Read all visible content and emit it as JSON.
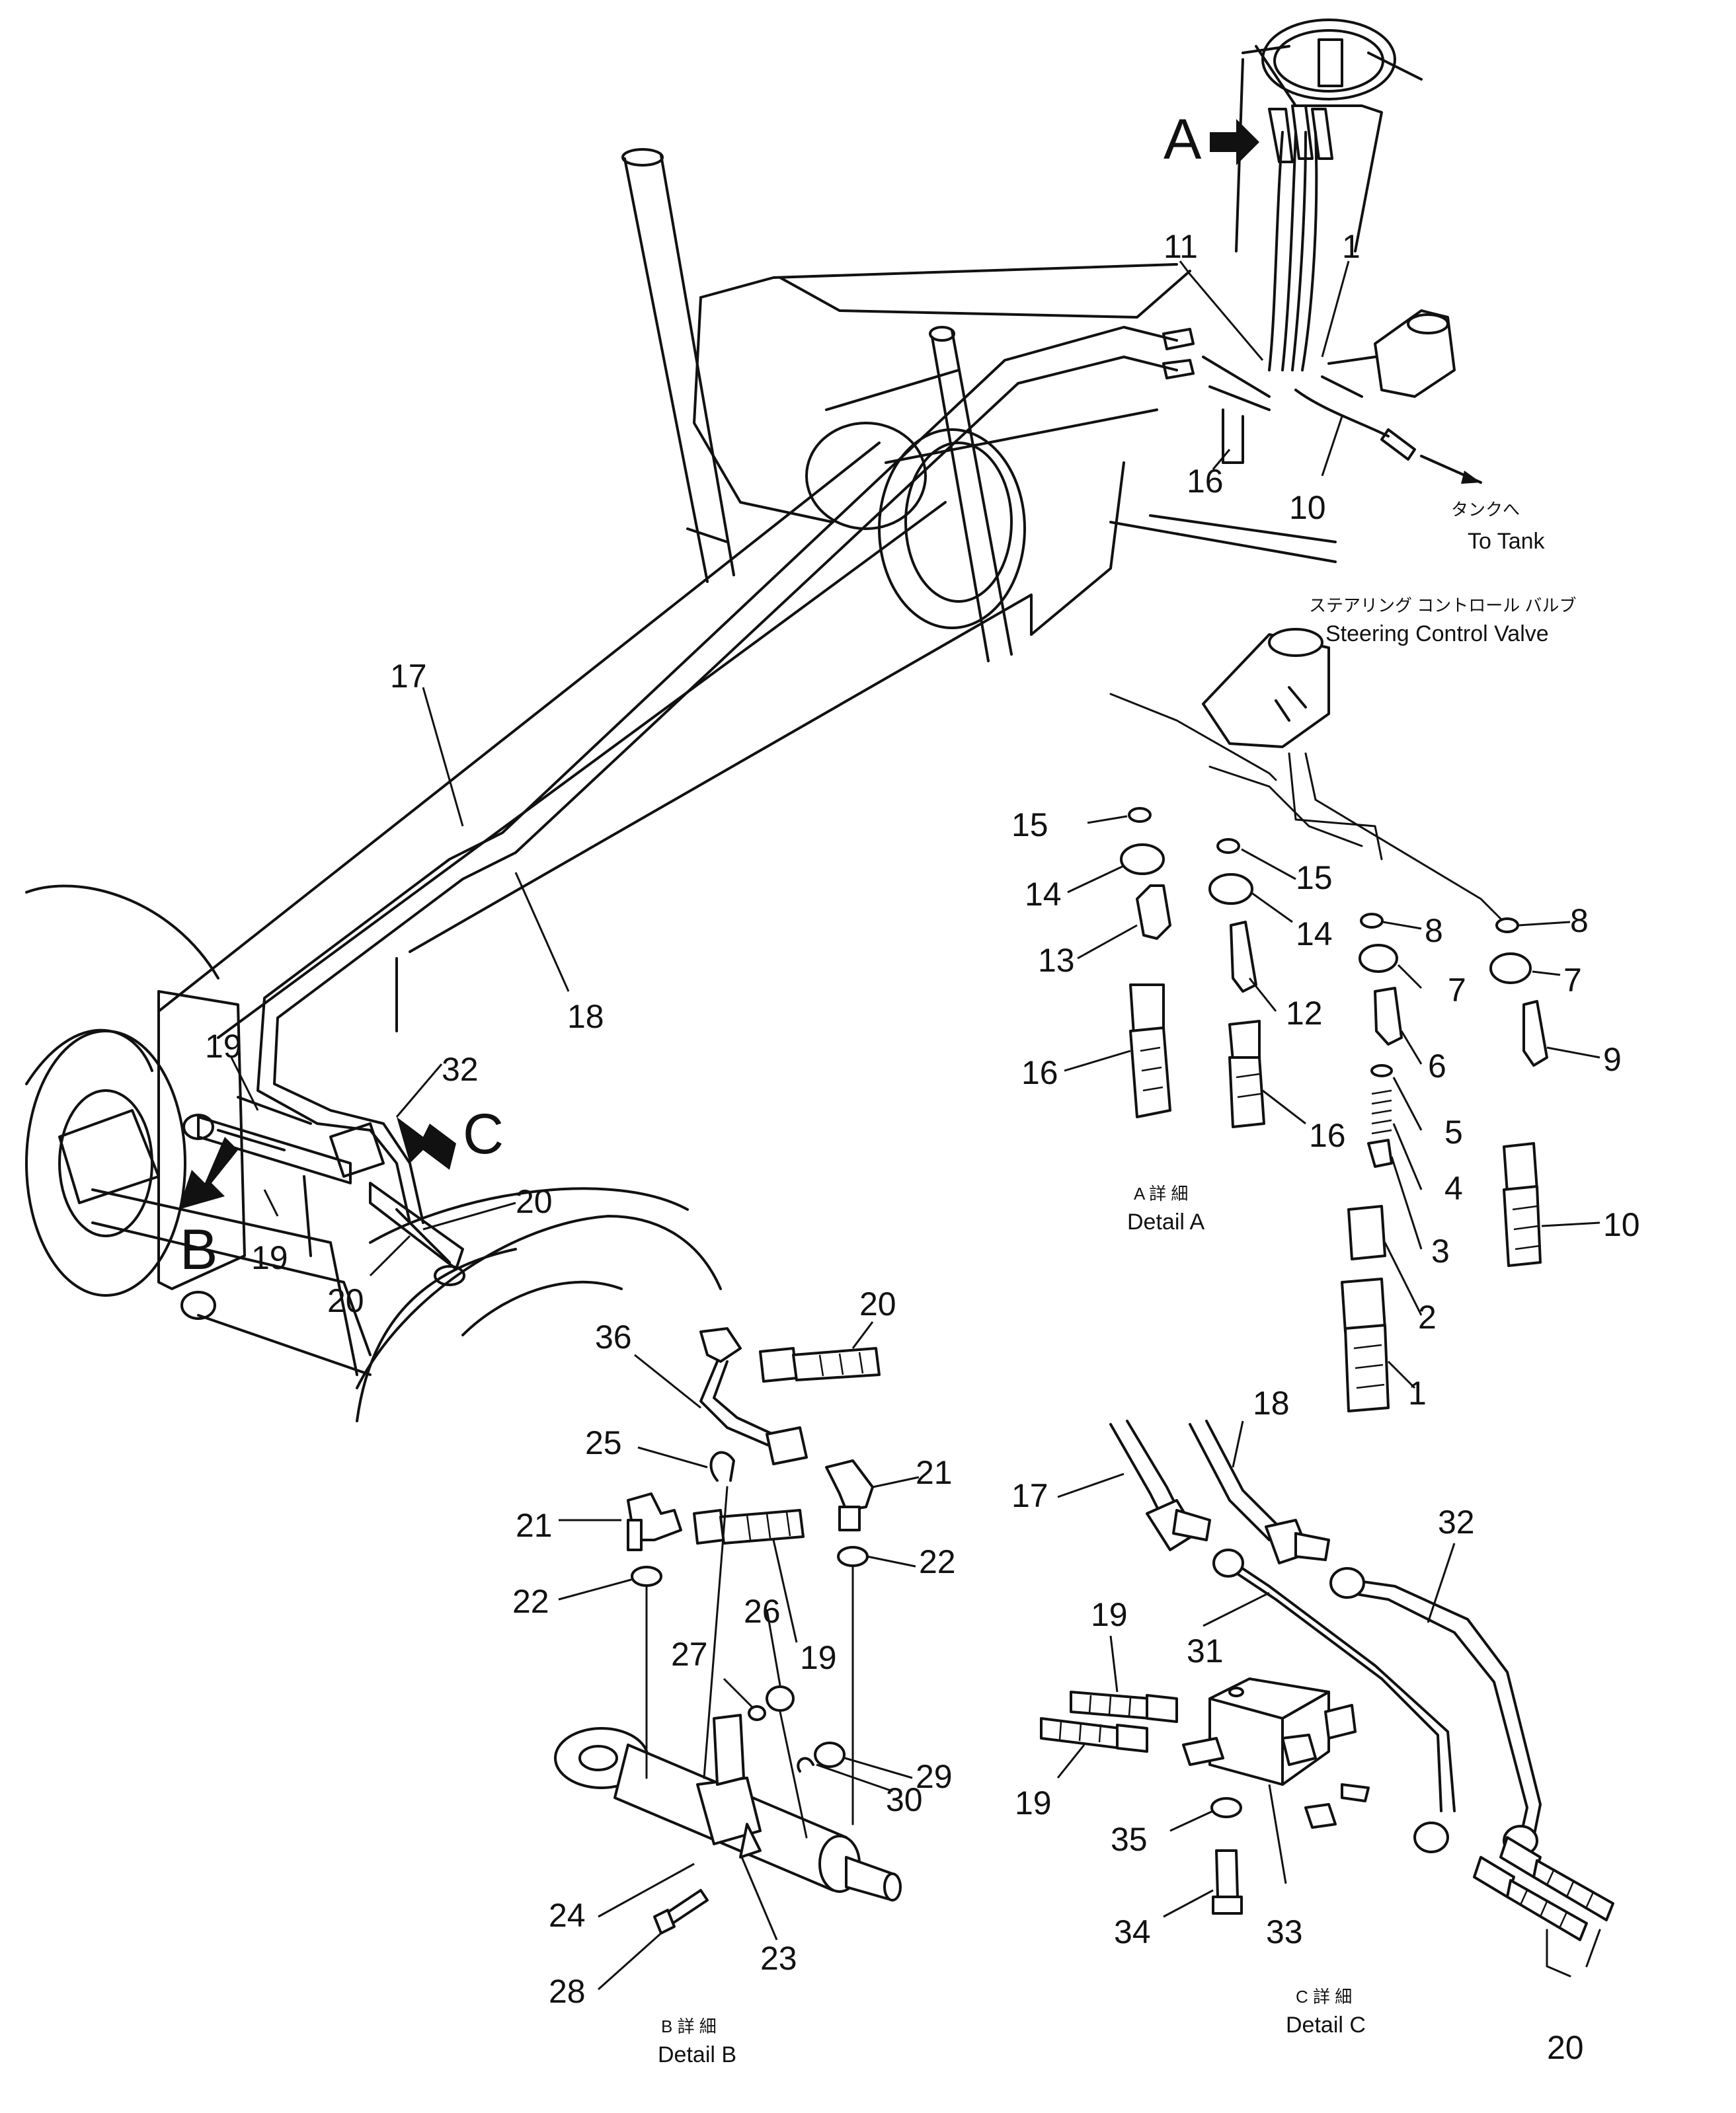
{
  "view_labels": {
    "A": "A",
    "B": "B",
    "C": "C"
  },
  "captions": {
    "to_tank_jp": "タンクへ",
    "to_tank_en": "To Tank",
    "steering_valve_jp": "ステアリング コントロール バルブ",
    "steering_valve_en": "Steering Control Valve",
    "detail_a_jp": "A 詳 細",
    "detail_a_en": "Detail A",
    "detail_b_jp": "B 詳 細",
    "detail_b_en": "Detail B",
    "detail_c_jp": "C 詳 細",
    "detail_c_en": "Detail C"
  },
  "callouts": {
    "main": [
      "11",
      "1",
      "16",
      "10",
      "17",
      "18",
      "32",
      "19",
      "19",
      "20",
      "20"
    ],
    "detail_a": [
      "15",
      "14",
      "13",
      "16",
      "15",
      "14",
      "12",
      "16",
      "8",
      "7",
      "6",
      "5",
      "4",
      "3",
      "2",
      "1",
      "8",
      "7",
      "9",
      "10"
    ],
    "detail_b": [
      "20",
      "36",
      "25",
      "21",
      "21",
      "22",
      "22",
      "19",
      "26",
      "27",
      "29",
      "30",
      "24",
      "23",
      "28"
    ],
    "detail_c": [
      "18",
      "17",
      "32",
      "31",
      "19",
      "19",
      "35",
      "34",
      "33",
      "20"
    ]
  }
}
